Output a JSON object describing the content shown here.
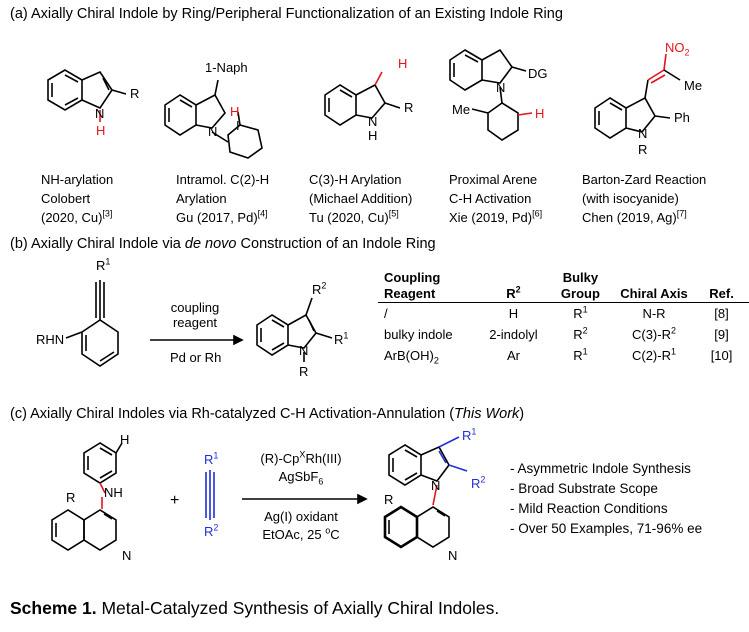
{
  "section_a": {
    "title": "(a) Axially Chiral Indole by Ring/Peripheral Functionalization of an Existing Indole Ring",
    "structures": [
      {
        "caption": [
          "NH-arylation",
          "Colobert",
          "(2020, Cu)"
        ],
        "ref": "[3]",
        "labels": {
          "r": "R",
          "n": "N",
          "h": "H"
        }
      },
      {
        "caption": [
          "Intramol. C(2)-H",
          "Arylation",
          "Gu (2017, Pd)"
        ],
        "ref": "[4]",
        "labels": {
          "sub": "1-Naph",
          "h": "H",
          "i": "I",
          "n": "N"
        }
      },
      {
        "caption": [
          "C(3)-H Arylation",
          "(Michael Addition)",
          "Tu (2020, Cu)"
        ],
        "ref": "[5]",
        "labels": {
          "h": "H",
          "r": "R",
          "n": "N",
          "nh": "H"
        }
      },
      {
        "caption": [
          "Proximal Arene",
          "C-H Activation",
          "Xie (2019, Pd)"
        ],
        "ref": "[6]",
        "labels": {
          "dg": "DG",
          "me": "Me",
          "n": "N",
          "h": "H"
        }
      },
      {
        "caption": [
          "Barton-Zard Reaction",
          "(with isocyanide)",
          "Chen (2019, Ag)"
        ],
        "ref": "[7]",
        "labels": {
          "no2": "NO",
          "no2_sub": "2",
          "me": "Me",
          "ph": "Ph",
          "n": "N",
          "r": "R"
        }
      }
    ]
  },
  "section_b": {
    "title_pre": "(b) Axially Chiral Indole via ",
    "title_em": "de novo",
    "title_post": " Construction of an Indole Ring",
    "reactant": {
      "r1": "R",
      "r1_sup": "1",
      "rhn": "RHN"
    },
    "arrow_above": [
      "coupling",
      "reagent"
    ],
    "arrow_below": "Pd or Rh",
    "product": {
      "r2": "R",
      "r2_sup": "2",
      "r1": "R",
      "r1_sup": "1",
      "n": "N",
      "r": "R"
    },
    "table": {
      "headers": [
        "Coupling Reagent",
        "R",
        "Bulky Group",
        "Chiral Axis",
        "Ref."
      ],
      "header_r2_sup": "2",
      "rows": [
        [
          "/",
          "H",
          "R1",
          "N-R",
          "[8]"
        ],
        [
          "bulky indole",
          "2-indolyl",
          "R2",
          "C(3)-R2",
          "[9]"
        ],
        [
          "ArB(OH)2",
          "Ar",
          "R1",
          "C(2)-R1",
          "[10]"
        ]
      ]
    }
  },
  "section_c": {
    "title_pre": "(c) Axially Chiral Indoles via Rh-catalyzed C-H Activation-Annulation (",
    "title_em": "This Work",
    "title_post": ")",
    "reactant": {
      "h": "H",
      "nh": "NH",
      "r": "R",
      "n": "N"
    },
    "plus": "+",
    "alkyne": {
      "r1": "R",
      "r1_sup": "1",
      "r2": "R",
      "r2_sup": "2"
    },
    "conditions": {
      "line1_pre": "(R)-Cp",
      "line1_sup": "X",
      "line1_post": "Rh(III)",
      "line2_pre": "AgSbF",
      "line2_sub": "6",
      "line3": "Ag(I) oxidant",
      "line4_pre": "EtOAc, 25 ",
      "line4_sup": "o",
      "line4_post": "C"
    },
    "product": {
      "r1": "R",
      "r1_sup": "1",
      "r2": "R",
      "r2_sup": "2",
      "n": "N",
      "r": "R",
      "n2": "N"
    },
    "bullets": [
      "- Asymmetric Indole Synthesis",
      "- Broad Substrate Scope",
      "- Mild Reaction Conditions",
      "- Over 50 Examples, 71-96% ee"
    ]
  },
  "caption": {
    "bold": "Scheme 1.",
    "text": " Metal-Catalyzed Synthesis of Axially Chiral Indoles."
  },
  "colors": {
    "highlight_red": "#e3141b",
    "highlight_blue": "#1f2fd9"
  }
}
